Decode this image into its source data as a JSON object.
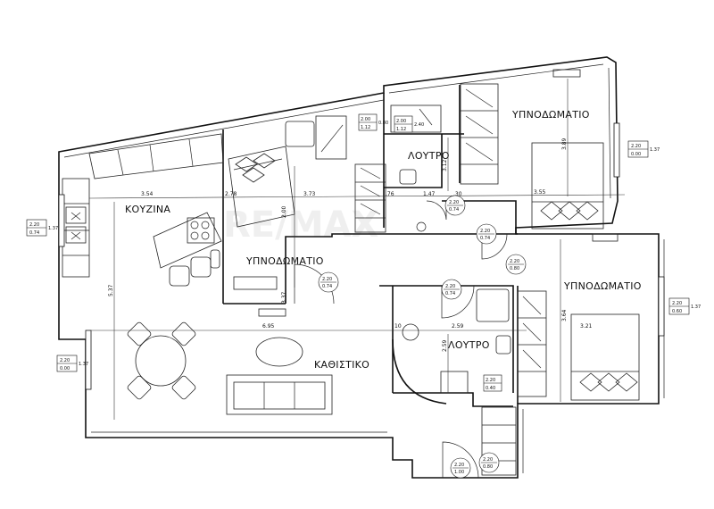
{
  "rooms": {
    "kitchen": "ΚΟΥΖΙΝΑ",
    "bedroom_left": "ΥΠΝΟΔΩΜΑΤΙΟ",
    "bathroom_top": "ΛΟΥΤΡΟ",
    "bedroom_top_right": "ΥΠΝΟΔΩΜΑΤΙΟ",
    "bedroom_right": "ΥΠΝΟΔΩΜΑΤΙΟ",
    "bathroom_bottom": "ΛΟΥΤΡΟ",
    "living": "ΚΑΘΙΣΤΙΚΟ"
  },
  "dimensions": {
    "kitchen_width": "3.54",
    "d_278": "2.78",
    "bedroom_width": "3.73",
    "d_076": ".76",
    "d_147": "1.47",
    "d_030": ".30",
    "d_355": "3.55",
    "bath_height": "3.12",
    "bed_tr_height": "3.89",
    "d_200": "2.00",
    "living_height": "5.37",
    "d_337": "3.37",
    "living_width": "6.95",
    "d_010": "10",
    "d_259": "2.59",
    "d_321": "3.21",
    "bed_r_height": "3.64",
    "bath2_height": "2.59"
  },
  "openings": [
    {
      "h": "2.20",
      "w": "0.74",
      "side": "1.37"
    },
    {
      "h": "2.00",
      "w": "1.12",
      "side": "0.80"
    },
    {
      "h": "2.00",
      "w": "1.12",
      "side": "2.40"
    },
    {
      "h": "2.20",
      "w": "0.74",
      "side": ""
    },
    {
      "h": "2.20",
      "w": "0.74",
      "side": ""
    },
    {
      "h": "2.20",
      "w": "0.80",
      "side": ""
    },
    {
      "h": "2.20",
      "w": "0.74",
      "side": ""
    },
    {
      "h": "2.20",
      "w": "0.74",
      "side": ""
    },
    {
      "h": "2.20",
      "w": "0.80",
      "side": ""
    },
    {
      "h": "2.20",
      "w": "1.00",
      "side": ""
    },
    {
      "h": "2.20",
      "w": "0.00",
      "side": "1.37"
    },
    {
      "h": "2.20",
      "w": "0.00",
      "side": "1.37"
    },
    {
      "h": "2.20",
      "w": "0.60",
      "side": "1.37"
    },
    {
      "h": "2.20",
      "w": "0.40",
      "side": ""
    }
  ]
}
